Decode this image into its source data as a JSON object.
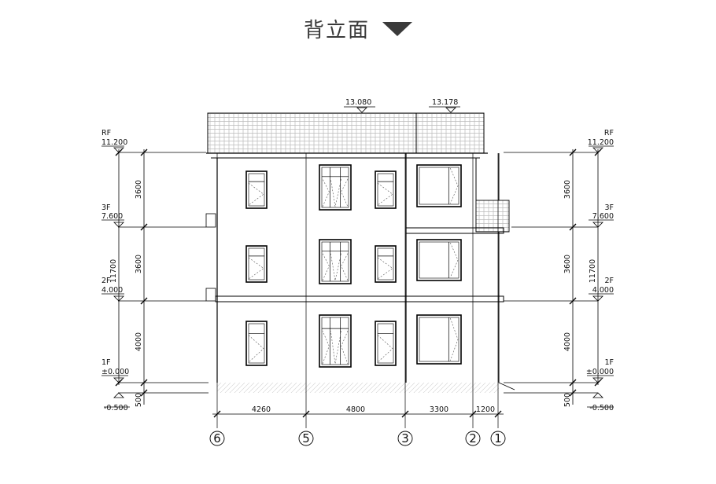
{
  "title": "背立面",
  "roof_levels": {
    "left": "13.080",
    "right": "13.178"
  },
  "left_levels": [
    {
      "name": "RF",
      "value": "11.200"
    },
    {
      "name": "3F",
      "value": "7.600"
    },
    {
      "name": "2F",
      "value": "4.000"
    },
    {
      "name": "1F",
      "value": "±0.000"
    },
    {
      "name": "",
      "value": "-0.500"
    }
  ],
  "right_levels": [
    {
      "name": "RF",
      "value": "11.200"
    },
    {
      "name": "3F",
      "value": "7.600"
    },
    {
      "name": "2F",
      "value": "4.000"
    },
    {
      "name": "1F",
      "value": "±0.000"
    },
    {
      "name": "",
      "value": "-0.500"
    }
  ],
  "vertical_dims": [
    "3600",
    "3600",
    "4000",
    "500"
  ],
  "total_height_dim": "11700",
  "horizontal_dims": [
    "4260",
    "4800",
    "3300",
    "1200"
  ],
  "axes": [
    "6",
    "5",
    "3",
    "2",
    "1"
  ]
}
